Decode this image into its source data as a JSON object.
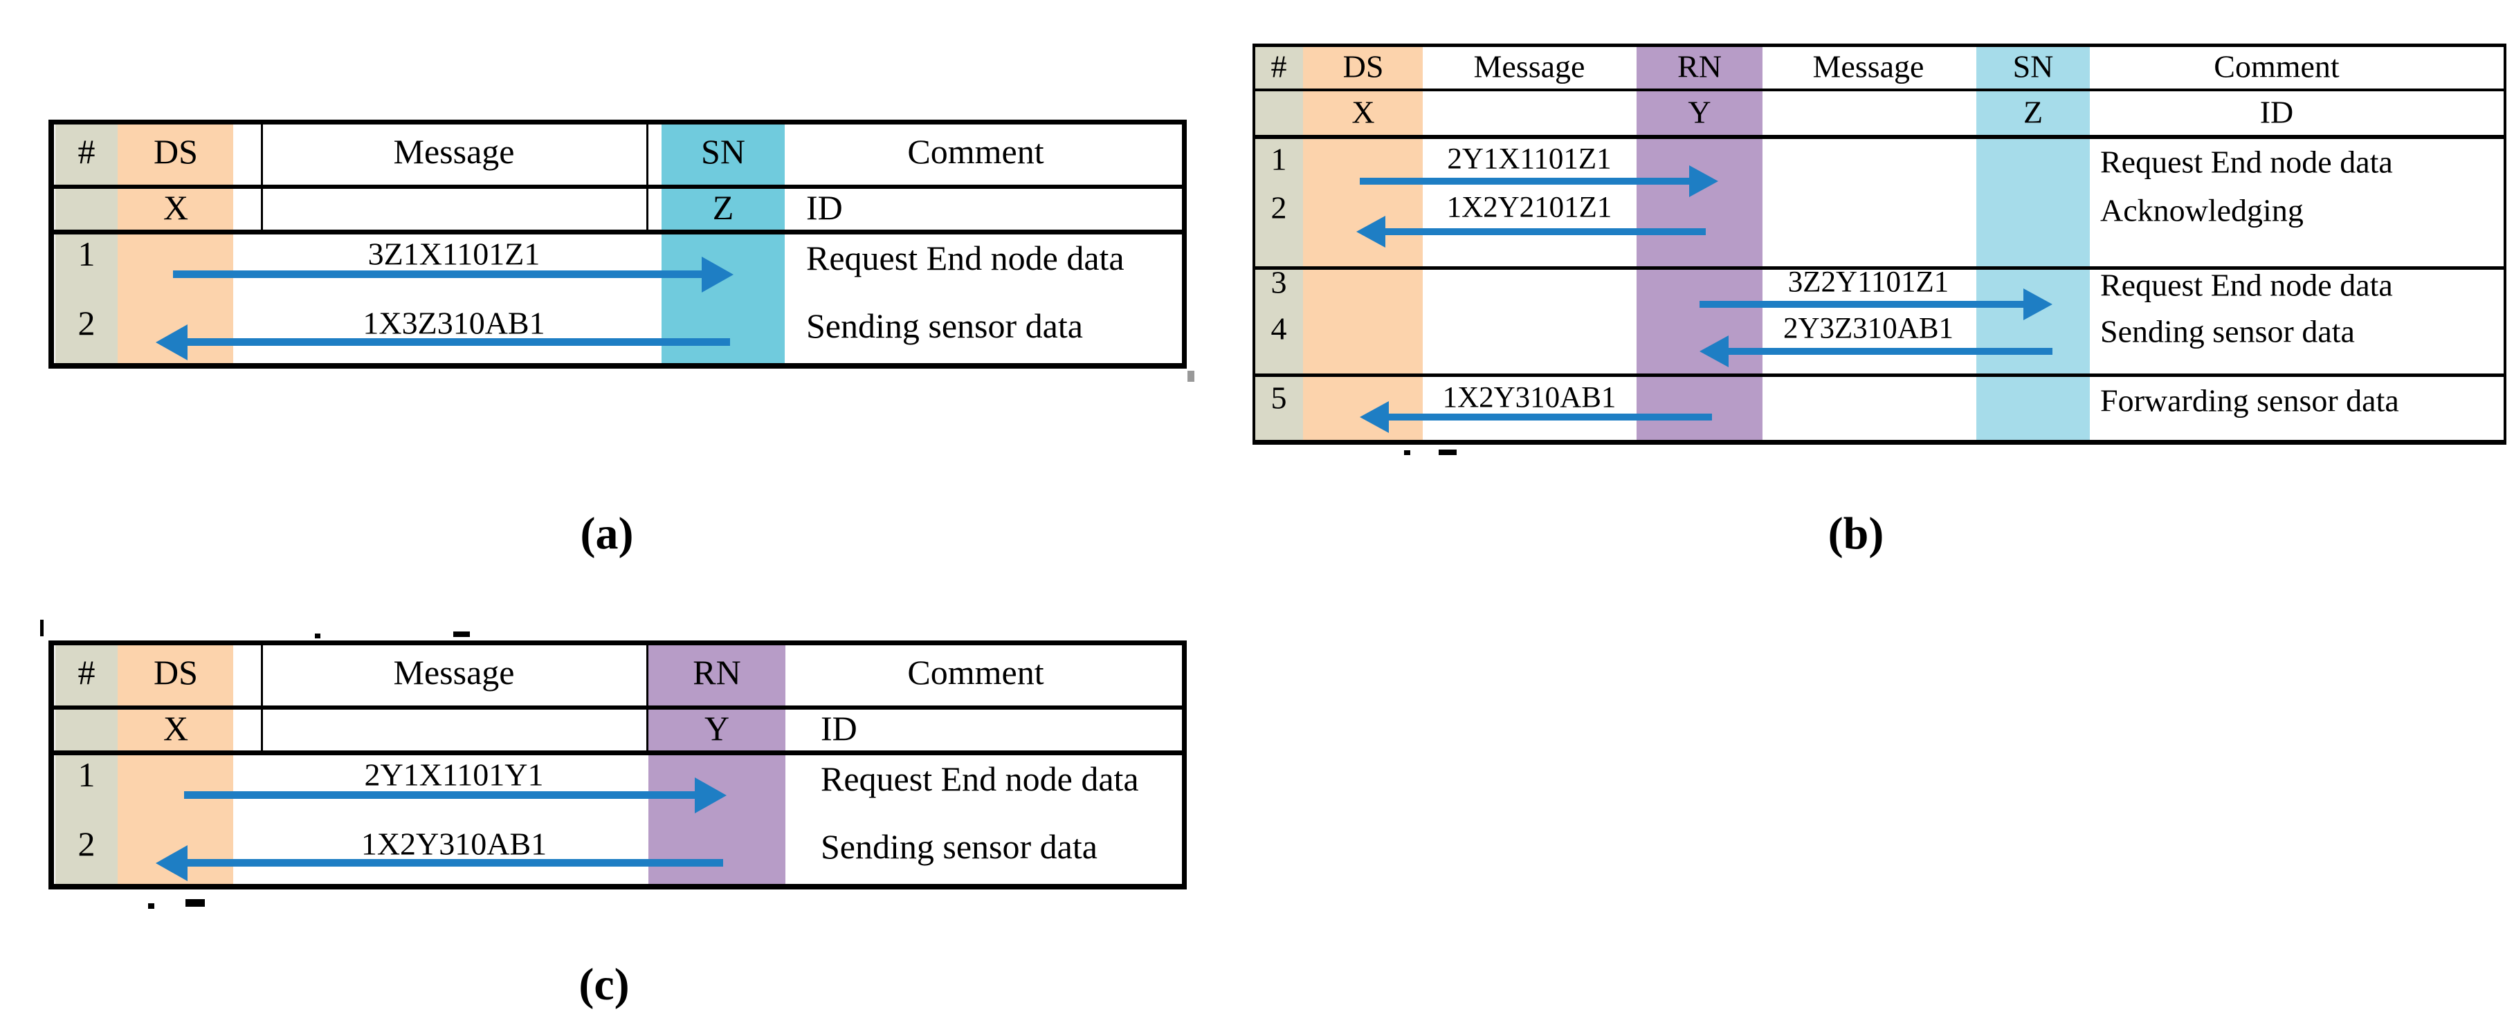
{
  "figure": {
    "label_a": "(a)",
    "label_b": "(b)",
    "label_c": "(c)"
  },
  "colors": {
    "num_column": "#d9d9c7",
    "ds_column": "#fcd3ac",
    "sn_column_a": "#70cbdd",
    "sn_column_b": "#a6dcea",
    "rn_column": "#b79cc7",
    "arrow_blue": "#1e7ec4"
  },
  "table_a": {
    "col_headers": {
      "num": "#",
      "ds": "DS",
      "message": "Message",
      "sn": "SN",
      "comment": "Comment"
    },
    "node_row": {
      "ds": "X",
      "sn": "Z",
      "comment": "ID"
    },
    "rows": [
      {
        "num": "1",
        "message": "3Z1X1101Z1",
        "direction": "right",
        "comment": "Request End node data"
      },
      {
        "num": "2",
        "message": "1X3Z310AB1",
        "direction": "left",
        "comment": "Sending sensor data"
      }
    ]
  },
  "table_b": {
    "col_headers": {
      "num": "#",
      "ds": "DS",
      "message1": "Message",
      "rn": "RN",
      "message2": "Message",
      "sn": "SN",
      "comment": "Comment"
    },
    "node_row": {
      "ds": "X",
      "rn": "Y",
      "sn": "Z",
      "comment": "ID"
    },
    "rows": [
      {
        "num": "1",
        "message": "2Y1X1101Z1",
        "span": "ds-rn",
        "direction": "right",
        "comment": "Request End node data"
      },
      {
        "num": "2",
        "message": "1X2Y2101Z1",
        "span": "ds-rn",
        "direction": "left",
        "comment": "Acknowledging"
      },
      {
        "num": "3",
        "message": "3Z2Y1101Z1",
        "span": "rn-sn",
        "direction": "right",
        "comment": "Request End node data"
      },
      {
        "num": "4",
        "message": "2Y3Z310AB1",
        "span": "rn-sn",
        "direction": "left",
        "comment": "Sending sensor data"
      },
      {
        "num": "5",
        "message": "1X2Y310AB1",
        "span": "ds-rn",
        "direction": "left",
        "comment": "Forwarding sensor data"
      }
    ]
  },
  "table_c": {
    "col_headers": {
      "num": "#",
      "ds": "DS",
      "message": "Message",
      "rn": "RN",
      "comment": "Comment"
    },
    "node_row": {
      "ds": "X",
      "rn": "Y",
      "comment": "ID"
    },
    "rows": [
      {
        "num": "1",
        "message": "2Y1X1101Y1",
        "direction": "right",
        "comment": "Request End node data"
      },
      {
        "num": "2",
        "message": "1X2Y310AB1",
        "direction": "left",
        "comment": "Sending sensor data"
      }
    ]
  }
}
